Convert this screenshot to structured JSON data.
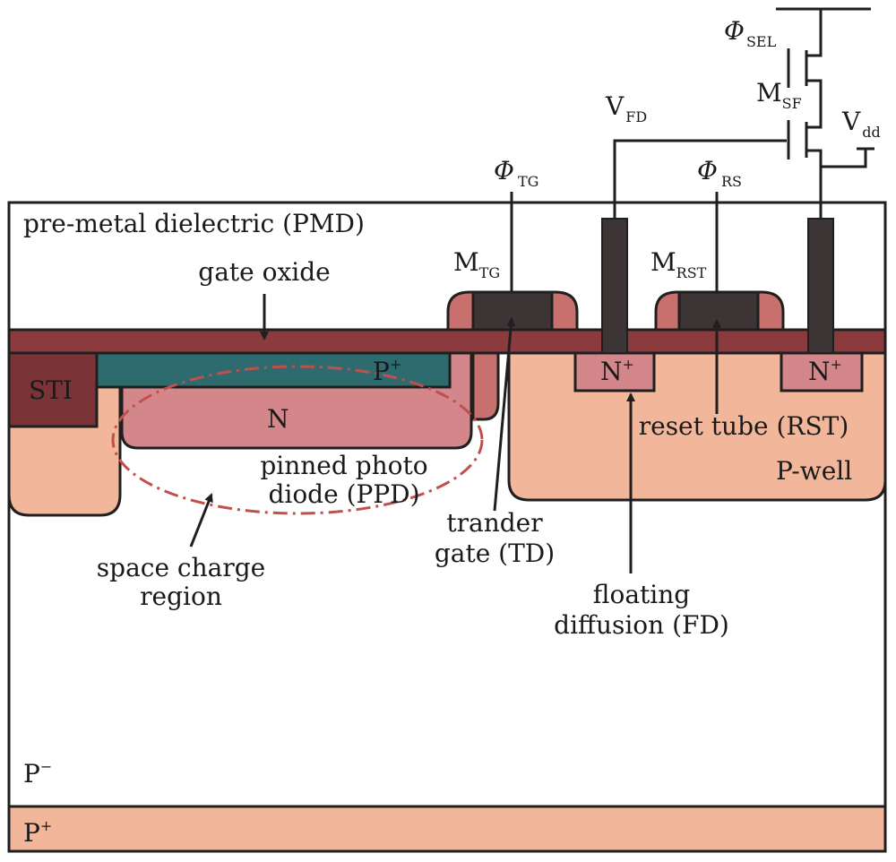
{
  "colors": {
    "pmd_fill": "#ffffff",
    "gate_oxide": "#8b3a3e",
    "sti": "#7a3438",
    "p_plus_pinning": "#2e6b6e",
    "n_region": "#d3878a",
    "spacer": "#c8706e",
    "gate_poly": "#3d3535",
    "p_well": "#f2b79a",
    "n_plus": "#d3878a",
    "p_plus_substrate": "#f2b79a",
    "space_charge_boundary": "#c0504d"
  },
  "labels": {
    "pmd": "pre-metal dielectric (PMD)",
    "gate_oxide": "gate oxide",
    "sti": "STI",
    "p_plus_pinning_main": "P",
    "p_plus_pinning_sup": "+",
    "n_region": "N",
    "ppd_line1": "pinned photo",
    "ppd_line2": "diode (PPD)",
    "space_charge_line1": "space charge",
    "space_charge_line2": "region",
    "tg_line1": "trander",
    "tg_line2": "gate (TD)",
    "fd_line1": "floating",
    "fd_line2": "diffusion (FD)",
    "rst": "reset tube (RST)",
    "p_well": "P-well",
    "n_plus_main": "N",
    "n_plus_sup": "+",
    "p_minus_main": "P",
    "p_minus_sup": "−",
    "p_plus_sub_main": "P",
    "p_plus_sub_sup": "+",
    "m_tg_main": "M",
    "m_tg_sub": "TG",
    "m_rst_main": "M",
    "m_rst_sub": "RST",
    "phi_tg_main": "Φ",
    "phi_tg_sub": "TG",
    "phi_rs_main": "Φ",
    "phi_rs_sub": "RS",
    "phi_sel_main": "Φ",
    "phi_sel_sub": "SEL",
    "v_fd_main": "V",
    "v_fd_sub": "FD",
    "m_sf_main": "M",
    "m_sf_sub": "SF",
    "v_dd_main": "V",
    "v_dd_sub": "dd"
  }
}
